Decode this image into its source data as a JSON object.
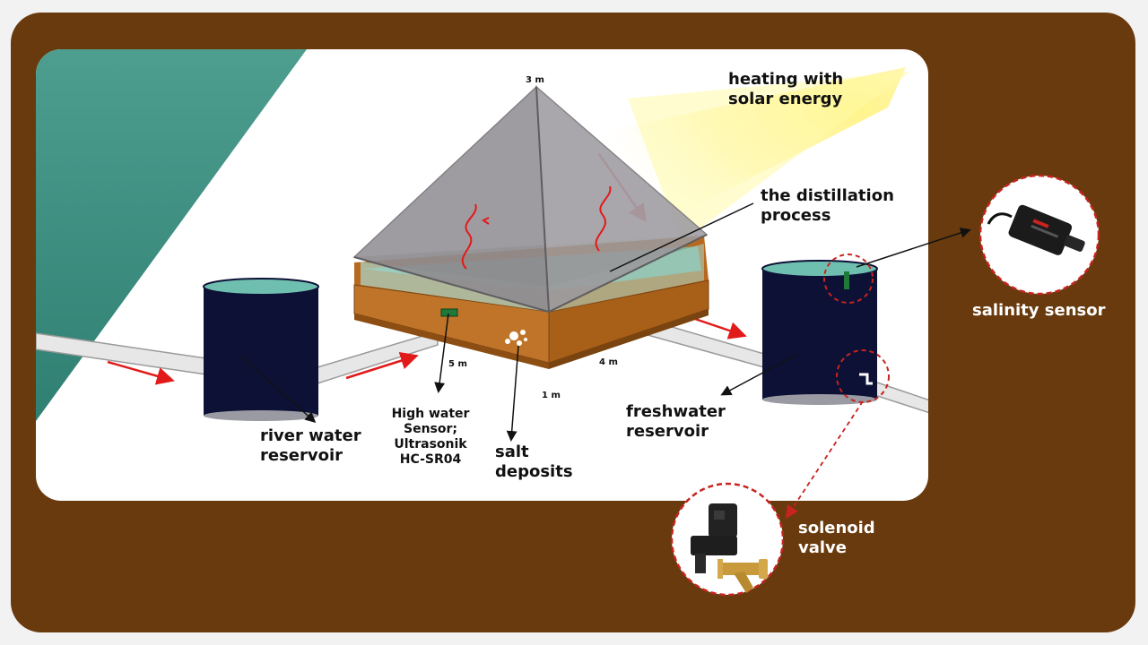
{
  "labels": {
    "heating": [
      "heating with",
      "solar energy"
    ],
    "distillation": [
      "the distillation",
      "process"
    ],
    "salinity_sensor": "salinity sensor",
    "river_reservoir": [
      "river water",
      "reservoir"
    ],
    "water_sensor": [
      "High water",
      "Sensor;",
      "Ultrasonik",
      "HC-SR04"
    ],
    "salt_deposits": [
      "salt",
      "deposits"
    ],
    "freshwater_reservoir": [
      "freshwater",
      "reservoir"
    ],
    "solenoid_valve": [
      "solenoid",
      "valve"
    ]
  },
  "dimensions": {
    "height": "3 m",
    "length": "5 m",
    "width": "4 m",
    "depth": "1 m"
  },
  "colors": {
    "frame": "#683a0d",
    "panel": "#ffffff",
    "tank": "#0d1136",
    "water": "#6fbfb0",
    "wood": "#b76a1f",
    "glass": "#8e8b8f",
    "teal_slope": "#3f8f82",
    "arrow_red": "#e11a1a",
    "callout_red": "#c8231e"
  }
}
